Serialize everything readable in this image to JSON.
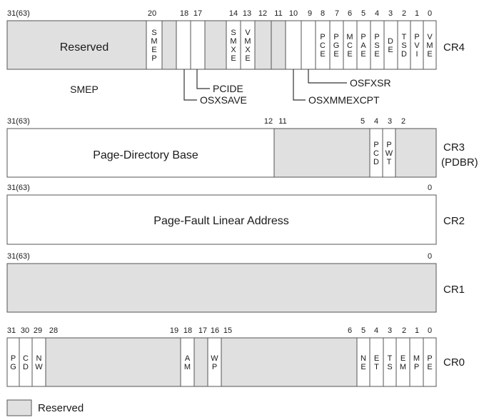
{
  "colors": {
    "reserved_fill": "#e0e0e0",
    "field_fill": "#ffffff",
    "stroke": "#555555",
    "text": "#1a1a1a"
  },
  "cr4": {
    "register": "CR4",
    "bit_numbers": [
      "31(63)",
      "20",
      "18",
      "17",
      "14",
      "13",
      "12",
      "11",
      "10",
      "9",
      "8",
      "7",
      "6",
      "5",
      "4",
      "3",
      "2",
      "1",
      "0"
    ],
    "reserved_label": "Reserved",
    "side_note": "SMEP",
    "fields": [
      {
        "letters": [
          "S",
          "M",
          "E",
          "P"
        ]
      },
      {
        "letters": [
          "S",
          "M",
          "X",
          "E"
        ]
      },
      {
        "letters": [
          "V",
          "M",
          "X",
          "E"
        ]
      },
      {
        "letters": [
          "P",
          "C",
          "E"
        ]
      },
      {
        "letters": [
          "P",
          "G",
          "E"
        ]
      },
      {
        "letters": [
          "M",
          "C",
          "E"
        ]
      },
      {
        "letters": [
          "P",
          "A",
          "E"
        ]
      },
      {
        "letters": [
          "P",
          "S",
          "E"
        ]
      },
      {
        "letters": [
          "D",
          "E"
        ]
      },
      {
        "letters": [
          "T",
          "S",
          "D"
        ]
      },
      {
        "letters": [
          "P",
          "V",
          "I"
        ]
      },
      {
        "letters": [
          "V",
          "M",
          "E"
        ]
      }
    ],
    "callouts": [
      "PCIDE",
      "OSXSAVE",
      "OSFXSR",
      "OSXMMEXCPT"
    ]
  },
  "cr3": {
    "register": "CR3",
    "register_sub": "(PDBR)",
    "bit_numbers": [
      "31(63)",
      "12",
      "11",
      "5",
      "4",
      "3",
      "2"
    ],
    "base_label": "Page-Directory Base",
    "fields": [
      {
        "letters": [
          "P",
          "C",
          "D"
        ]
      },
      {
        "letters": [
          "P",
          "W",
          "T"
        ]
      }
    ]
  },
  "cr2": {
    "register": "CR2",
    "bit_numbers": [
      "31(63)",
      "0"
    ],
    "label": "Page-Fault Linear Address"
  },
  "cr1": {
    "register": "CR1",
    "bit_numbers": [
      "31(63)",
      "0"
    ]
  },
  "cr0": {
    "register": "CR0",
    "bit_numbers": [
      "31",
      "30",
      "29",
      "28",
      "19",
      "18",
      "17",
      "16",
      "15",
      "6",
      "5",
      "4",
      "3",
      "2",
      "1",
      "0"
    ],
    "fields": [
      {
        "letters": [
          "P",
          "G"
        ]
      },
      {
        "letters": [
          "C",
          "D"
        ]
      },
      {
        "letters": [
          "N",
          "W"
        ]
      },
      {
        "letters": [
          "A",
          "M"
        ]
      },
      {
        "letters": [
          "W",
          "P"
        ]
      },
      {
        "letters": [
          "N",
          "E"
        ]
      },
      {
        "letters": [
          "E",
          "T"
        ]
      },
      {
        "letters": [
          "T",
          "S"
        ]
      },
      {
        "letters": [
          "E",
          "M"
        ]
      },
      {
        "letters": [
          "M",
          "P"
        ]
      },
      {
        "letters": [
          "P",
          "E"
        ]
      }
    ]
  },
  "legend": {
    "label": "Reserved"
  }
}
